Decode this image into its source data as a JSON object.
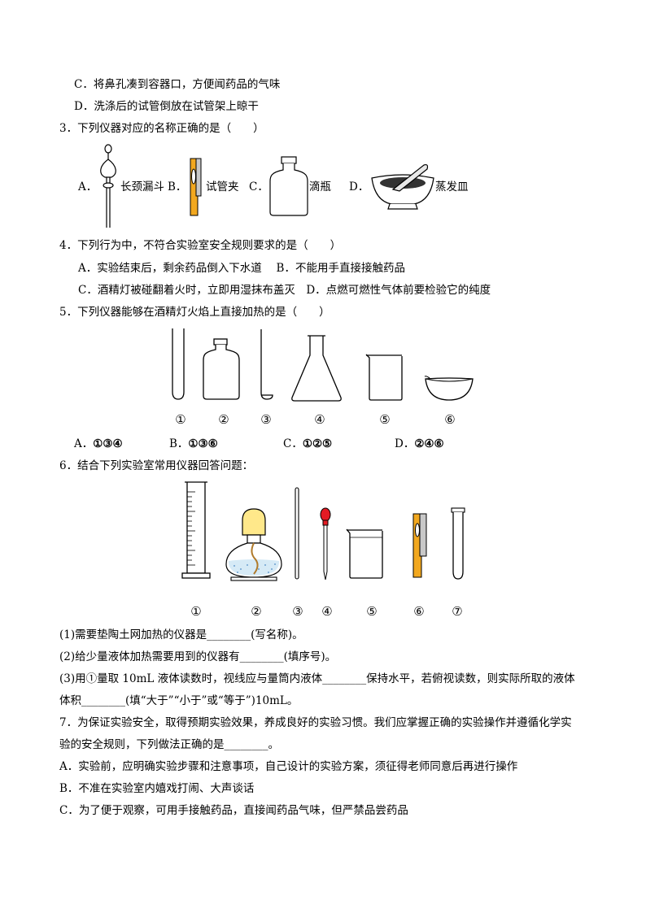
{
  "lines": {
    "q2c": "C．将鼻孔凑到容器口，方便闻药品的气味",
    "q2d": "D．洗涤后的试管倒放在试管架上晾干",
    "q3": "3．下列仪器对应的名称正确的是（　　）",
    "q4": "4．下列行为中，不符合实验室安全规则要求的是（　　）",
    "q4ab": "A．实验结束后，剩余药品倒入下水道　  B．不能用手直接接触药品",
    "q4cd": "C．酒精灯被碰翻着火时，立即用湿抹布盖灭　D．点燃可燃性气体前要检验它的纯度",
    "q5": "5．下列仪器能够在酒精灯火焰上直接加热的是（　　）",
    "q6": "6．结合下列实验室常用仪器回答问题：",
    "q6_1": "(1)需要垫陶土网加热的仪器是________(写名称)。",
    "q6_2": "(2)给少量液体加热需要用到的仪器有________(填序号)。",
    "q6_3a": "(3)用①量取 10mL 液体读数时，视线应与量筒内液体________保持水平，若俯视读数，则实际所取的液体",
    "q6_3b": "体积________(填“大于”“小于”或“等于”)10mL。",
    "q7a": "7．为保证实验安全，取得预期实验效果，养成良好的实验习惯。我们应掌握正确的实验操作并遵循化学实",
    "q7b": "验的安全规则，下列做法正确的是________。",
    "q7A": "A．实验前，应明确实验步骤和注意事项，自己设计的实验方案，须征得老师同意后再进行操作",
    "q7B": "B．不准在实验室内嬉戏打闹、大声谈话",
    "q7C": "C．为了便于观察，可用手接触药品，直接闻药品气味，但严禁品尝药品"
  },
  "q3_options": [
    {
      "letter": "A．",
      "name": "长颈漏斗",
      "icon": "separatory-funnel"
    },
    {
      "letter": "B．",
      "name": "试管夹",
      "icon": "test-tube-clamp"
    },
    {
      "letter": "C．",
      "name": "滴瓶",
      "icon": "wide-mouth-bottle"
    },
    {
      "letter": "D．",
      "name": "蒸发皿",
      "icon": "mortar-and-pestle"
    }
  ],
  "q5_figure": {
    "labels": [
      "①",
      "②",
      "③",
      "④",
      "⑤",
      "⑥"
    ],
    "icons": [
      "test-tube",
      "wide-mouth-bottle",
      "combustion-spoon",
      "conical-flask",
      "beaker",
      "evaporating-dish"
    ]
  },
  "q5_options": [
    {
      "letter": "A．",
      "value": "①③④"
    },
    {
      "letter": "B．",
      "value": "①③⑥"
    },
    {
      "letter": "C．",
      "value": "①②⑤"
    },
    {
      "letter": "D．",
      "value": "②④⑥"
    }
  ],
  "q6_figure": {
    "labels": [
      "①",
      "②",
      "③",
      "④",
      "⑤",
      "⑥",
      "⑦"
    ],
    "icons": [
      "graduated-cylinder",
      "alcohol-lamp",
      "glass-rod",
      "dropper",
      "beaker",
      "test-tube-clamp",
      "test-tube"
    ]
  },
  "colors": {
    "clamp_wood": "#f2a81f",
    "clamp_metal": "#999999",
    "dropper_bulb": "#e31b23",
    "lamp_flame": "#ffe88a"
  }
}
